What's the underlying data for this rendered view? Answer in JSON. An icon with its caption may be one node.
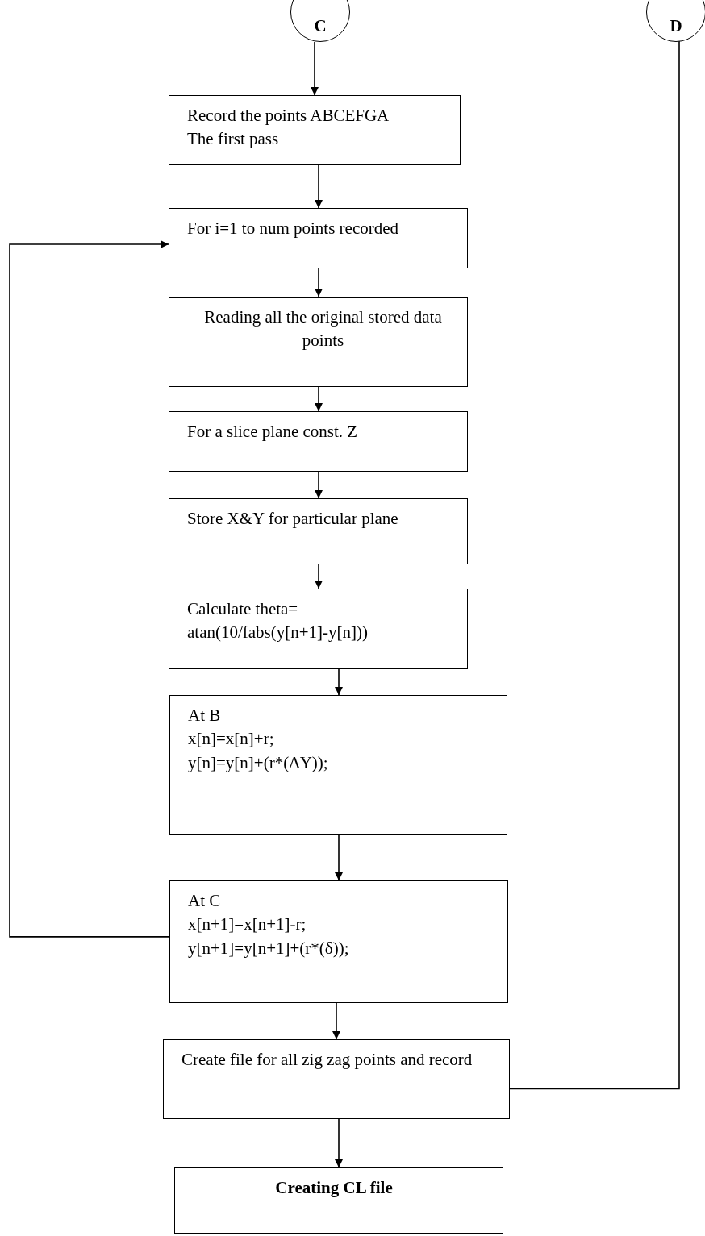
{
  "diagram": {
    "nodes": [
      {
        "text": [
          "C"
        ]
      },
      {
        "text": [
          "D"
        ]
      },
      {
        "text": [
          "Record the points ABCEFGA",
          "The first pass"
        ]
      },
      {
        "text": [
          "For i=1 to num points recorded"
        ]
      },
      {
        "text": [
          "Reading all the original stored data points"
        ]
      },
      {
        "text": [
          "For a slice plane const. Z"
        ]
      },
      {
        "text": [
          "Store X&Y for particular plane"
        ]
      },
      {
        "text": [
          "Calculate theta= atan(10/fabs(y[n+1]-y[n]))"
        ]
      },
      {
        "text": [
          "At B",
          "x[n]=x[n]+r;",
          "y[n]=y[n]+(r*(ΔY));"
        ]
      },
      {
        "text": [
          "At C",
          "x[n+1]=x[n+1]-r;",
          "y[n+1]=y[n+1]+(r*(δ));"
        ]
      },
      {
        "text": [
          "Create file for all zig zag points and record"
        ]
      },
      {
        "text": [
          "Creating CL file"
        ]
      }
    ],
    "edges": [
      {
        "from": 0,
        "to": 2,
        "arrow": "to"
      },
      {
        "from": 2,
        "to": 3,
        "arrow": "to"
      },
      {
        "from": 3,
        "to": 4,
        "arrow": "to"
      },
      {
        "from": 4,
        "to": 5,
        "arrow": "to"
      },
      {
        "from": 5,
        "to": 6,
        "arrow": "to"
      },
      {
        "from": 6,
        "to": 7,
        "arrow": "to"
      },
      {
        "from": 7,
        "to": 8,
        "arrow": "to"
      },
      {
        "from": 8,
        "to": 9,
        "arrow": "to"
      },
      {
        "from": 9,
        "to": 3,
        "arrow": "to"
      },
      {
        "from": 9,
        "to": 10,
        "arrow": "to"
      },
      {
        "from": 10,
        "to": 1,
        "arrow": "none"
      },
      {
        "from": 10,
        "to": 11,
        "arrow": "to"
      }
    ]
  }
}
